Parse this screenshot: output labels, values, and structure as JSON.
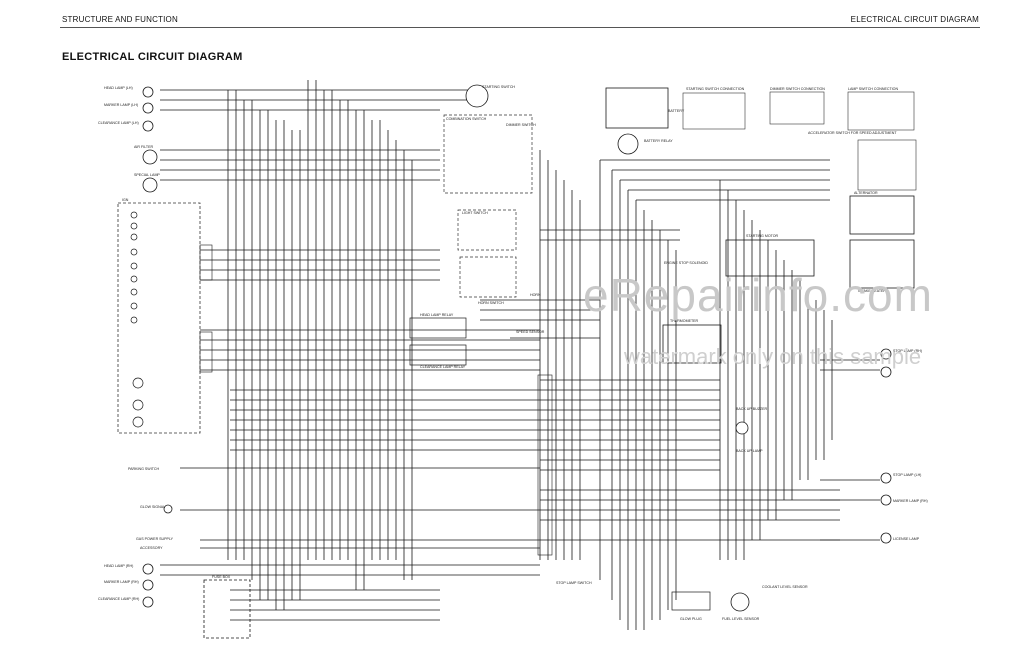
{
  "header": {
    "left": "STRUCTURE AND FUNCTION",
    "right": "ELECTRICAL CIRCUIT DIAGRAM"
  },
  "title": "ELECTRICAL CIRCUIT DIAGRAM",
  "watermark": {
    "line1": "eRepairinfo.com",
    "line2": "watermark only on this sample"
  },
  "labels": {
    "head_lamp_lh": "HEAD LAMP (LH)",
    "marker_lamp_lh": "MARKER LAMP (LH)",
    "clearance_lamp_lh": "CLEARANCE LAMP (LH)",
    "air_filter": "AIR FILTER",
    "special_lamp": "SPECIAL LAMP",
    "starting_switch": "STARTING SWITCH",
    "combination_switch": "COMBINATION SWITCH",
    "dimmer_switch": "DIMMER SWITCH",
    "light_switch": "LIGHT SWITCH",
    "horn_switch": "HORN SWITCH",
    "horn": "HORN",
    "head_lamp_relay": "HEAD LAMP RELAY",
    "clearance_lamp_relay": "CLEARANCE LAMP RELAY",
    "speed_sensor": "SPEED SENSOR",
    "thermometer": "THERMOMETER",
    "parking_switch": "PARKING SWITCH",
    "glow_signal": "GLOW SIGNAL",
    "gas_power_supply": "GAS POWER SUPPLY",
    "accessory": "ACCESSORY",
    "head_lamp_rh": "HEAD LAMP (RH)",
    "marker_lamp_rh": "MARKER LAMP (RH)",
    "clearance_lamp_rh": "CLEARANCE LAMP (RH)",
    "fuse_box": "FUSE BOX",
    "battery": "BATTERY",
    "battery_relay": "BATTERY RELAY",
    "starting_motor": "STARTING MOTOR",
    "alternator": "ALTERNATOR",
    "intake_heater": "INTAKE HEATER",
    "engine_stop_solenoid": "ENGINE STOP SOLENOID",
    "back_up_buzzer": "BACK UP BUZZER",
    "back_up_lamp": "BACK UP LAMP",
    "stop_lamp_rh": "STOP LAMP (RH)",
    "stop_lamp_lh": "STOP LAMP (LH)",
    "marker_lamp_rh2": "MARKER LAMP (RH)",
    "license_lamp": "LICENSE LAMP",
    "glow_plug": "GLOW PLUG",
    "fuel_level_sensor": "FUEL LEVEL SENSOR",
    "coolant_level_sensor": "COOLANT LEVEL SENSOR",
    "stop_lamp_switch": "STOP LAMP SWITCH",
    "accelerator_switch": "ACCELERATOR SWITCH FOR SPEED ADJUSTMENT",
    "starting_switch_connection": "STARTING SWITCH CONNECTION",
    "dimmer_switch_connection": "DIMMER SWITCH CONNECTION",
    "lamp_switch_connection": "LAMP SWITCH CONNECTION",
    "ign": "IGN"
  },
  "colors": {
    "line": "#1a1a1a",
    "panel_border": "#333333",
    "watermark": "#c8c8c8"
  }
}
